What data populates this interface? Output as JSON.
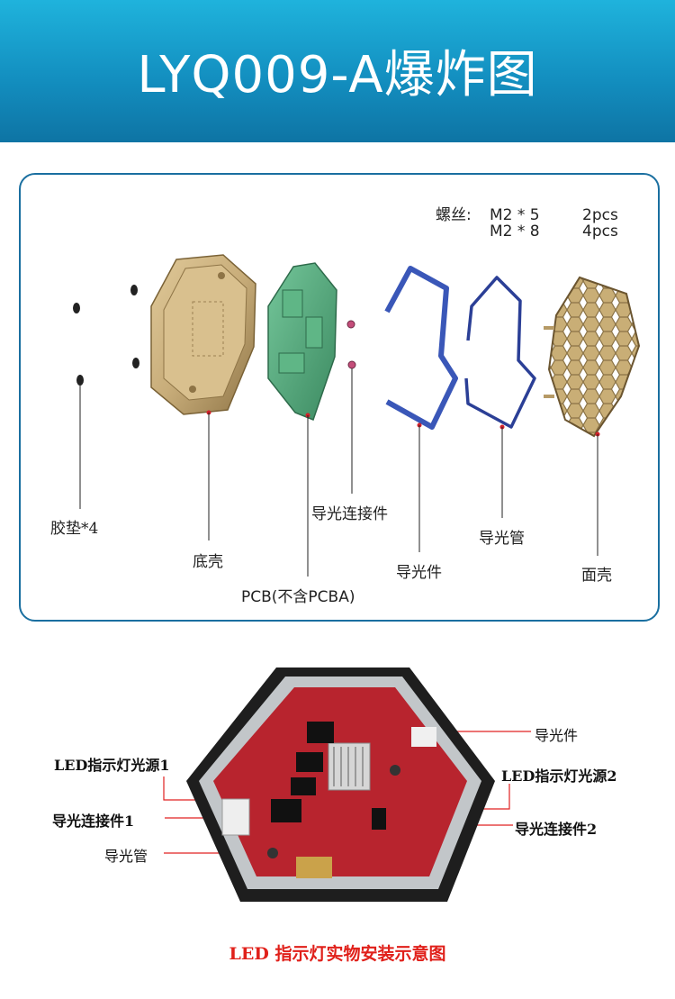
{
  "title": "LYQ009-A爆炸图",
  "screws": {
    "label": "螺丝:",
    "rows": [
      {
        "size": "M2 * 5",
        "qty": "2pcs"
      },
      {
        "size": "M2 * 8",
        "qty": "4pcs"
      }
    ]
  },
  "parts": {
    "pads": "胶垫*4",
    "bottom_shell": "底壳",
    "pcb": "PCB(不含PCBA)",
    "light_connector": "导光连接件",
    "light_guide": "导光件",
    "light_pipe": "导光管",
    "face_shell": "面壳"
  },
  "photo_labels": {
    "light_guide": "导光件",
    "led_source_1": "LED指示灯光源1",
    "led_source_2": "LED指示灯光源2",
    "connector_1": "导光连接件1",
    "connector_2": "导光连接件2",
    "pipe": "导光管"
  },
  "caption": "LED 指示灯实物安装示意图",
  "colors": {
    "banner": "#138fc0",
    "panel_border": "#1a6fa0",
    "shell_gold": "#c8ad7a",
    "pcb_green": "#4fa77a",
    "guide_blue": "#3a57b8",
    "board_red": "#b8242e",
    "caption_red": "#e0201a"
  }
}
